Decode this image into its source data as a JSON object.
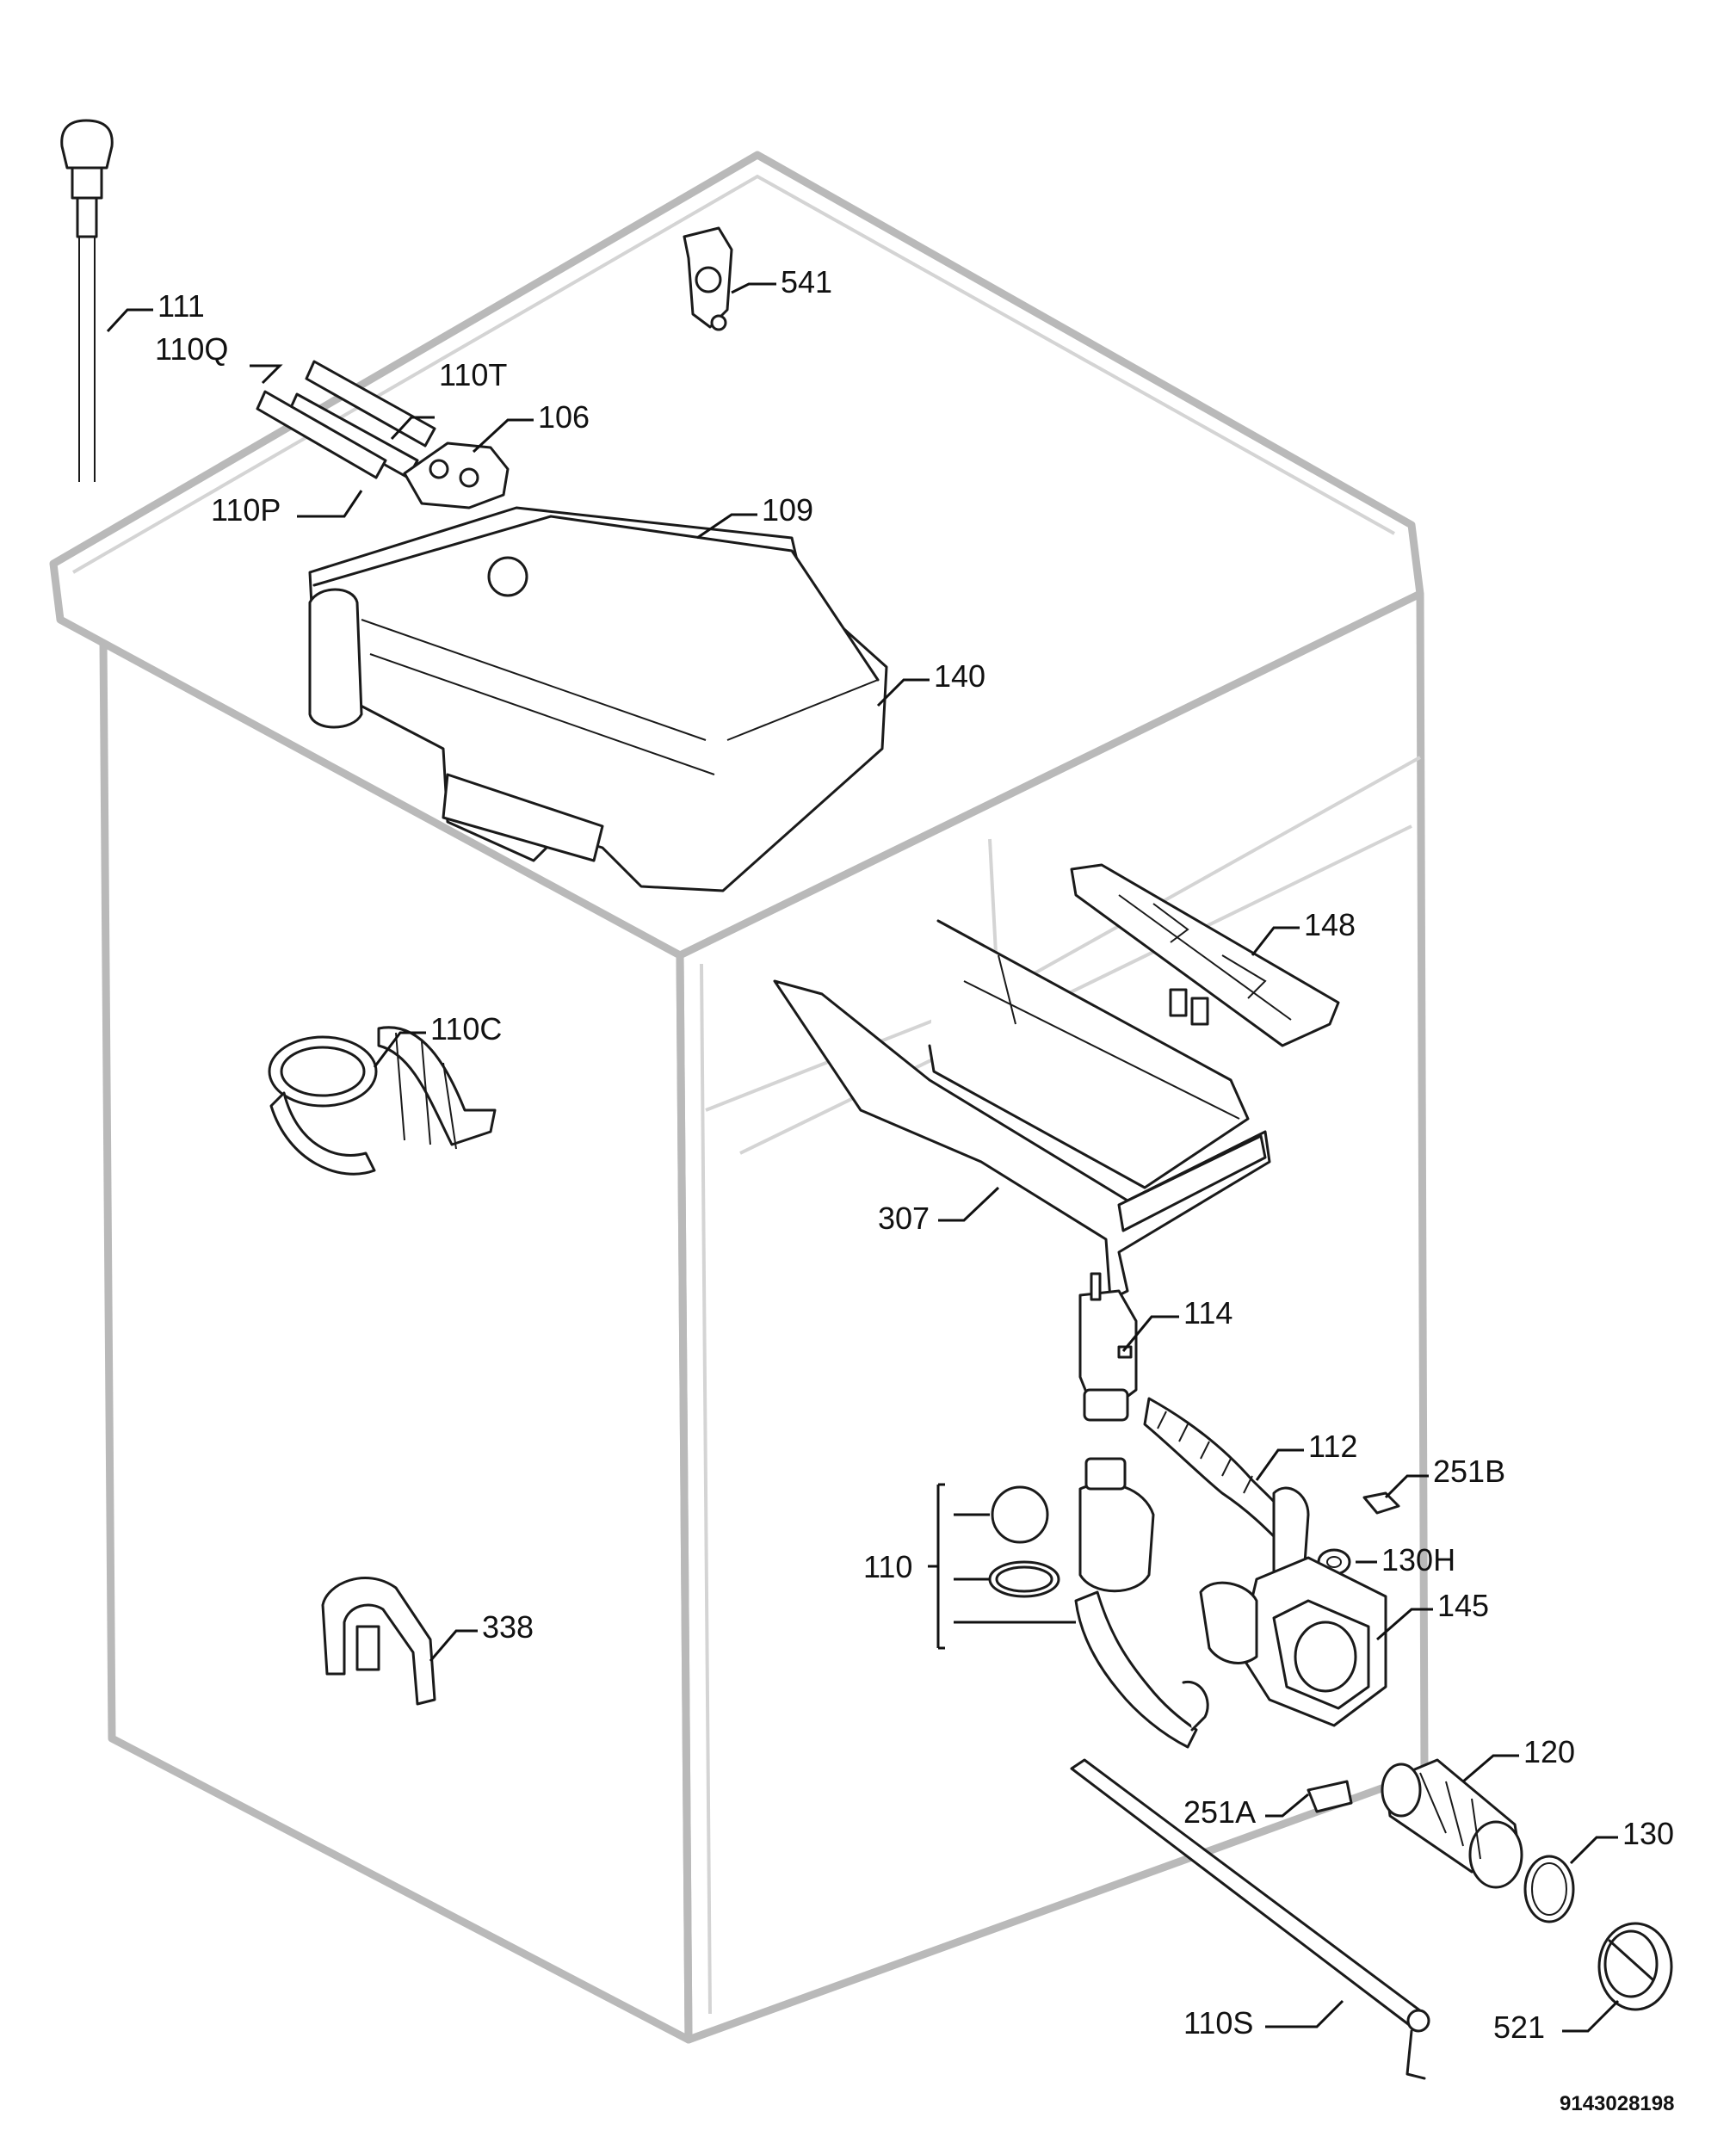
{
  "diagram": {
    "reference_number": "9143028198",
    "labels": {
      "p111": "111",
      "p110Q": "110Q",
      "p110T": "110T",
      "p106": "106",
      "p110P": "110P",
      "p109": "109",
      "p140": "140",
      "p541": "541",
      "p148": "148",
      "p110C": "110C",
      "p307": "307",
      "p114": "114",
      "p112": "112",
      "p251B": "251B",
      "p110": "110",
      "p130H": "130H",
      "p145": "145",
      "p338": "338",
      "p251A": "251A",
      "p120": "120",
      "p130": "130",
      "p110S": "110S",
      "p521": "521"
    }
  }
}
